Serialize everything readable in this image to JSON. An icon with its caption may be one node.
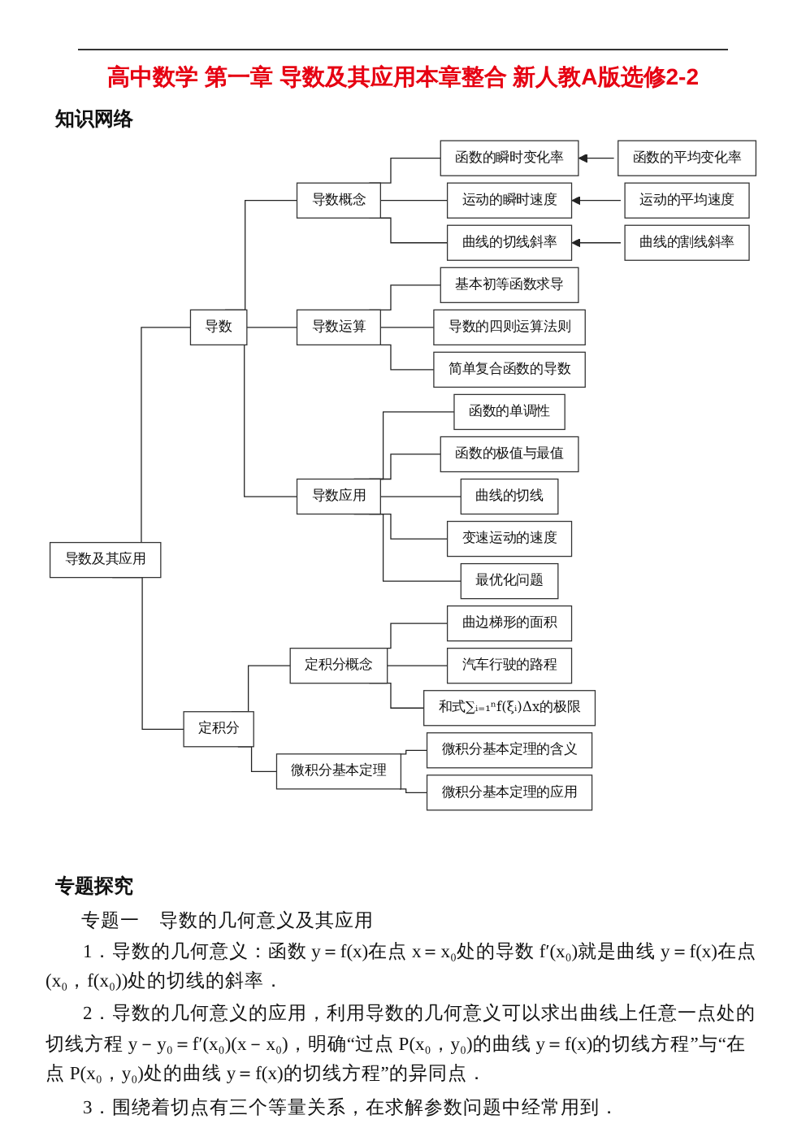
{
  "diagram": {
    "title": "高中数学 第一章 导数及其应用本章整合 新人教A版选修2-2",
    "nodes": [
      {
        "text": [
          "导数及其应用"
        ]
      },
      {
        "text": [
          "导数"
        ]
      },
      {
        "text": [
          "导数概念"
        ]
      },
      {
        "text": [
          "函数的瞬时变化率"
        ]
      },
      {
        "text": [
          "函数的平均变化率"
        ]
      },
      {
        "text": [
          "运动的瞬时速度"
        ]
      },
      {
        "text": [
          "运动的平均速度"
        ]
      },
      {
        "text": [
          "曲线的切线斜率"
        ]
      },
      {
        "text": [
          "曲线的割线斜率"
        ]
      },
      {
        "text": [
          "导数运算"
        ]
      },
      {
        "text": [
          "基本初等函数求导"
        ]
      },
      {
        "text": [
          "导数的四则运算法则"
        ]
      },
      {
        "text": [
          "简单复合函数的导数"
        ]
      },
      {
        "text": [
          "导数应用"
        ]
      },
      {
        "text": [
          "函数的单调性"
        ]
      },
      {
        "text": [
          "函数的极值与最值"
        ]
      },
      {
        "text": [
          "曲线的切线"
        ]
      },
      {
        "text": [
          "变速运动的速度"
        ]
      },
      {
        "text": [
          "最优化问题"
        ]
      },
      {
        "text": [
          "定积分"
        ]
      },
      {
        "text": [
          "定积分概念"
        ]
      },
      {
        "text": [
          "曲边梯形的面积"
        ]
      },
      {
        "text": [
          "汽车行驶的路程"
        ]
      },
      {
        "text": [
          "和式∑ᵢ₌₁ⁿf(ξᵢ)Δx的极限"
        ]
      },
      {
        "text": [
          "微积分基本定理"
        ]
      },
      {
        "text": [
          "微积分基本定理的含义"
        ]
      },
      {
        "text": [
          "微积分基本定理的应用"
        ]
      }
    ],
    "edges": [
      {
        "from": 0,
        "to": 1,
        "arrow": "none"
      },
      {
        "from": 1,
        "to": 2,
        "arrow": "none"
      },
      {
        "from": 2,
        "to": 3,
        "arrow": "none"
      },
      {
        "from": 4,
        "to": 3,
        "arrow": "to"
      },
      {
        "from": 2,
        "to": 5,
        "arrow": "none"
      },
      {
        "from": 6,
        "to": 5,
        "arrow": "to"
      },
      {
        "from": 2,
        "to": 7,
        "arrow": "none"
      },
      {
        "from": 8,
        "to": 7,
        "arrow": "to"
      },
      {
        "from": 1,
        "to": 9,
        "arrow": "none"
      },
      {
        "from": 9,
        "to": 10,
        "arrow": "none"
      },
      {
        "from": 9,
        "to": 11,
        "arrow": "none"
      },
      {
        "from": 9,
        "to": 12,
        "arrow": "none"
      },
      {
        "from": 1,
        "to": 13,
        "arrow": "none"
      },
      {
        "from": 13,
        "to": 14,
        "arrow": "none"
      },
      {
        "from": 13,
        "to": 15,
        "arrow": "none"
      },
      {
        "from": 13,
        "to": 16,
        "arrow": "none"
      },
      {
        "from": 13,
        "to": 17,
        "arrow": "none"
      },
      {
        "from": 13,
        "to": 18,
        "arrow": "none"
      },
      {
        "from": 0,
        "to": 19,
        "arrow": "none"
      },
      {
        "from": 19,
        "to": 20,
        "arrow": "none"
      },
      {
        "from": 20,
        "to": 21,
        "arrow": "none"
      },
      {
        "from": 20,
        "to": 22,
        "arrow": "none"
      },
      {
        "from": 20,
        "to": 23,
        "arrow": "none"
      },
      {
        "from": 19,
        "to": 24,
        "arrow": "none"
      },
      {
        "from": 24,
        "to": 25,
        "arrow": "none"
      },
      {
        "from": 24,
        "to": 26,
        "arrow": "none"
      }
    ],
    "labels": [
      "知识网络",
      "专题探究",
      "专题一　导数的几何意义及其应用",
      "1．导数的几何意义：函数 y＝f(x)在点 x＝x₀处的导数 f′(x₀)就是曲线 y＝f(x)在点(x₀，f(x₀))处的切线的斜率．",
      "2．导数的几何意义的应用，利用导数的几何意义可以求出曲线上任意一点处的切线方程 y－y₀＝f′(x₀)(x－x₀)，明确“过点 P(x₀，y₀)的曲线 y＝f(x)的切线方程”与“在点 P(x₀，y₀)处的曲线 y＝f(x)的切线方程”的异同点．",
      "3．围绕着切点有三个等量关系，在求解参数问题中经常用到．"
    ]
  }
}
